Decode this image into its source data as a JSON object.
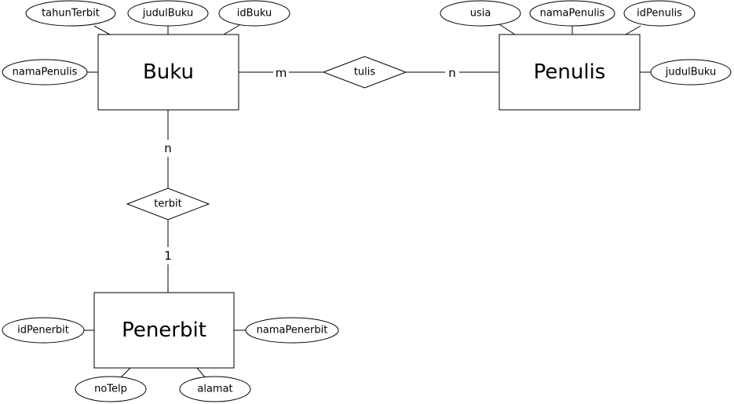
{
  "entities": {
    "buku": "Buku",
    "penulis": "Penulis",
    "penerbit": "Penerbit"
  },
  "attributes": {
    "buku_tahunTerbit": "tahunTerbit",
    "buku_judulBuku": "judulBuku",
    "buku_idBuku": "idBuku",
    "buku_namaPenulis": "namaPenulis",
    "penulis_usia": "usia",
    "penulis_namaPenulis": "namaPenulis",
    "penulis_idPenulis": "idPenulis",
    "penulis_judulBuku": "judulBuku",
    "penerbit_idPenerbit": "idPenerbit",
    "penerbit_namaPenerbit": "namaPenerbit",
    "penerbit_noTelp": "noTelp",
    "penerbit_alamat": "alamat"
  },
  "relationships": {
    "tulis": "tulis",
    "terbit": "terbit"
  },
  "cardinalities": {
    "tulis_buku": "m",
    "tulis_penulis": "n",
    "terbit_buku": "n",
    "terbit_penerbit": "1"
  }
}
